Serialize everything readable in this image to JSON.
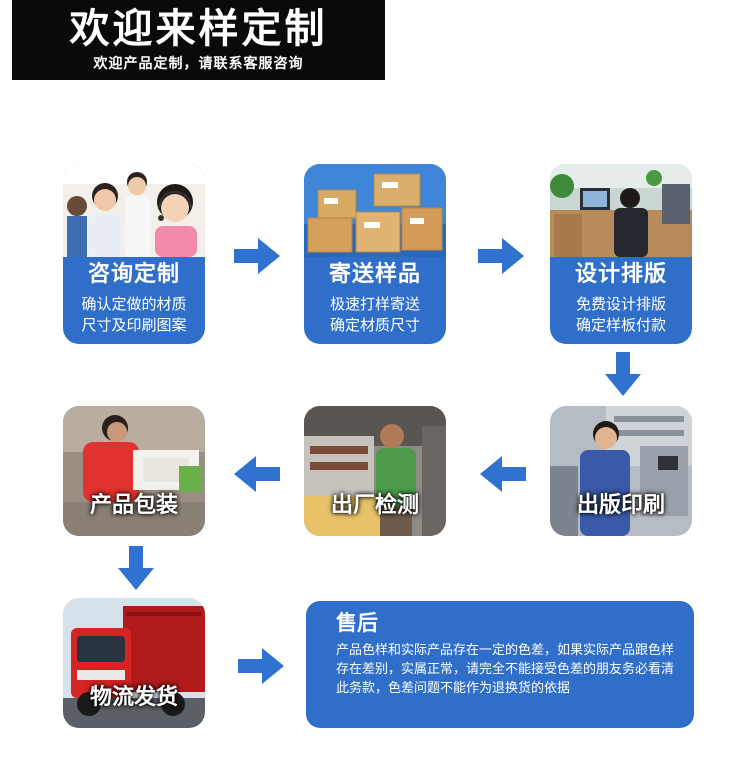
{
  "banner": {
    "title": "欢迎来样定制",
    "subtitle": "欢迎产品定制，请联系客服咨询"
  },
  "steps": [
    {
      "title": "咨询定制",
      "lines": [
        "确认定做的材质",
        "尺寸及印刷图案"
      ]
    },
    {
      "title": "寄送样品",
      "lines": [
        "极速打样寄送",
        "确定材质尺寸"
      ]
    },
    {
      "title": "设计排版",
      "lines": [
        "免费设计排版",
        "确定样板付款"
      ]
    },
    {
      "title": "出版印刷"
    },
    {
      "title": "出厂检测"
    },
    {
      "title": "产品包装"
    },
    {
      "title": "物流发货"
    }
  ],
  "after_sales": {
    "title": "售后",
    "text": "产品色样和实际产品存在一定的色差，如果实际产品跟色样存在差别，实属正常，请完全不能接受色差的朋友务必看清此务款，色差问题不能作为退换货的依据"
  },
  "colors": {
    "card_blue": "#2f6ec9",
    "arrow_blue": "#2f72d0",
    "banner_black": "#0a0a0a"
  }
}
